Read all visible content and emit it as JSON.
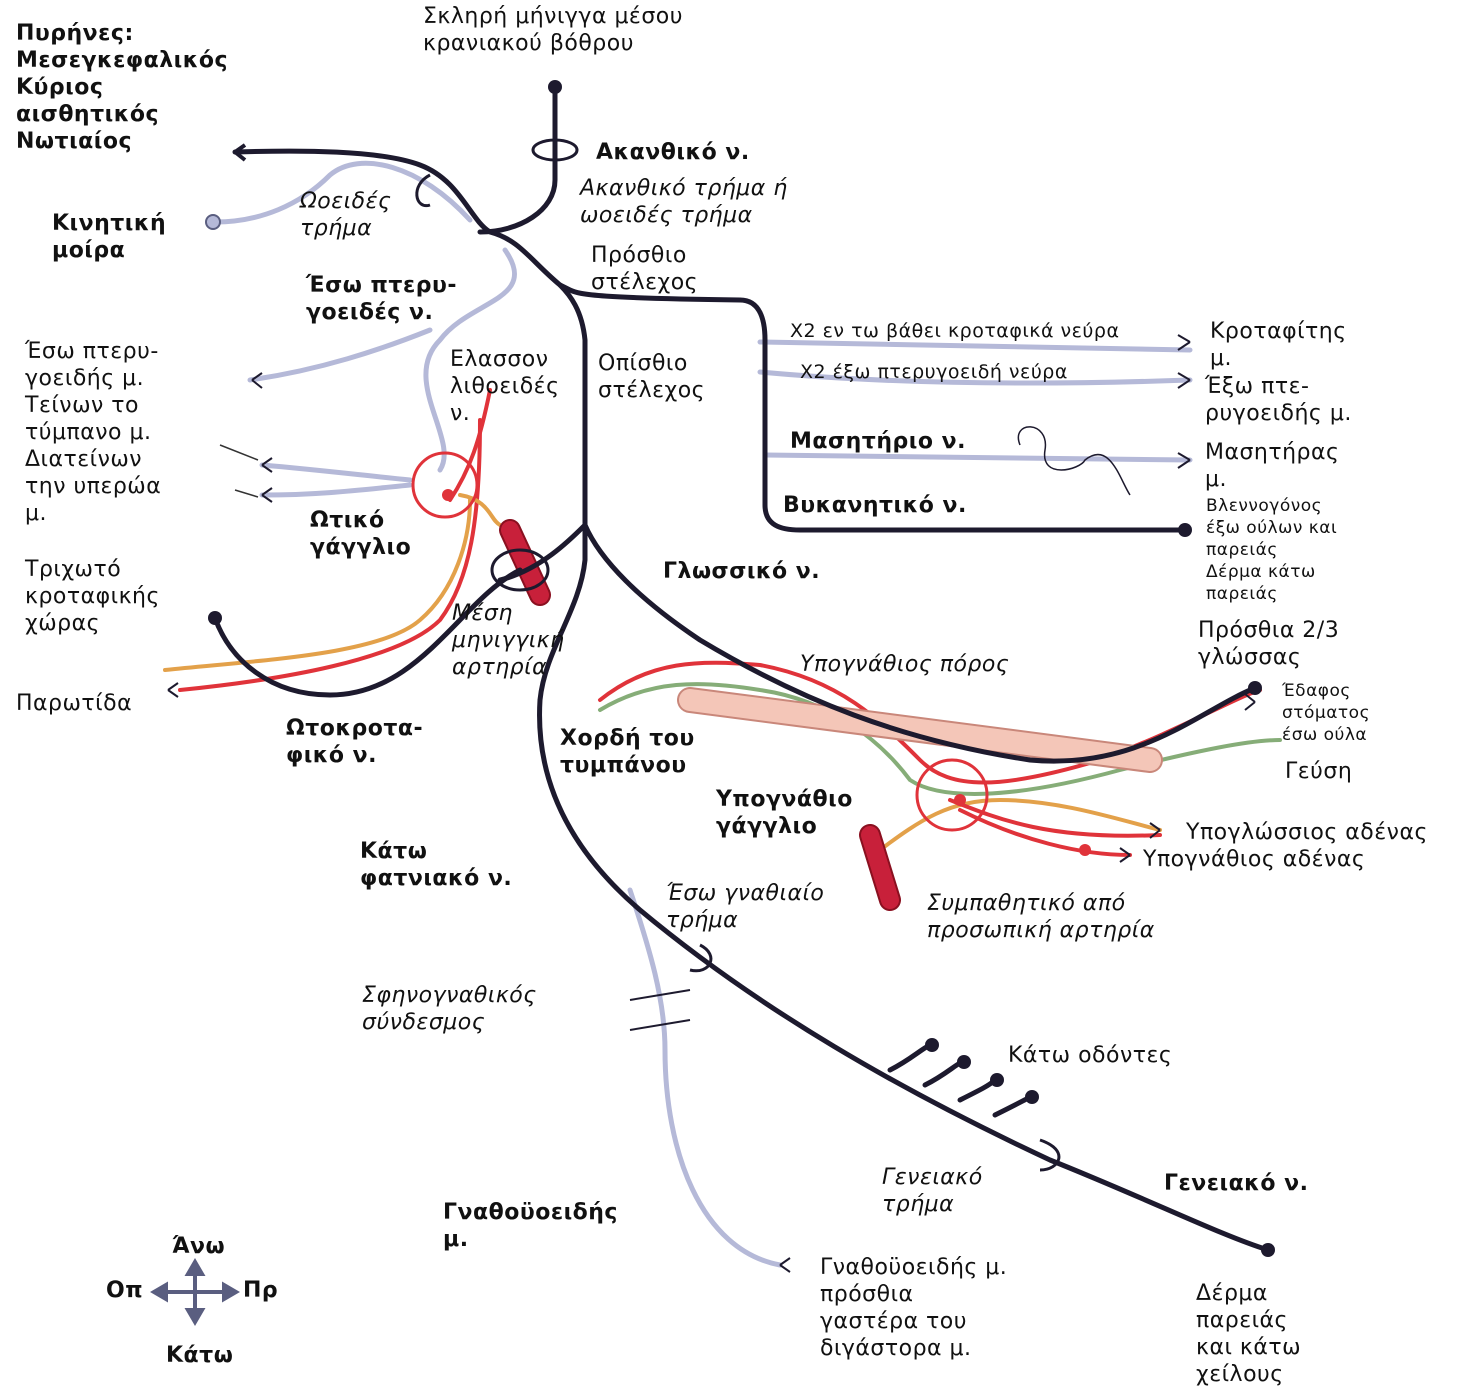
{
  "labels": {
    "nuclei": "Πυρήνες:\nΜεσεγκεφαλικός\nΚύριος\nαισθητικός\nΝωτιαίος",
    "dura_middle_fossa": "Σκληρή μήνιγγα μέσου\nκρανιακού βόθρου",
    "nervus_spinosus": "Ακανθικό ν.",
    "foramen_spinosum_or_ovale": "Ακανθικό τρήμα ή\nωοειδές τρήμα",
    "foramen_ovale": "Ωοειδές\nτρήμα",
    "motor_root": "Κινητική\nμοίρα",
    "medial_pterygoid_nerve": "Έσω πτερυ-\nγοειδές ν.",
    "anterior_trunk": "Πρόσθιο\nστέλεχος",
    "posterior_trunk": "Οπίσθιο\nστέλεχος",
    "lesser_petrosal": "Ελασσον\nλιθοειδές\nν.",
    "medial_pterygoid_tensors": "Έσω πτερυ-\nγοειδής μ.\nΤείνων το\nτύμπανο μ.\nΔιατείνων\nτην υπερώα\nμ.",
    "otic_ganglion": "Ωτικό\nγάγγλιο",
    "scalp_temporal": "Τριχωτό\nκροταφικής\nχώρας",
    "middle_meningeal_artery": "Μέση\nμηνιγγική\nαρτηρία",
    "parotid": "Παρωτίδα",
    "auriculotemporal": "Ωτοκροτα-\nφικό ν.",
    "deep_temporal": "X2 εν τω βάθει κροταφικά νεύρα",
    "temporalis": "Κροταφίτης\nμ.",
    "lateral_pterygoid_nerves": "X2 έξω πτερυγοειδή νεύρα",
    "lateral_pterygoid_muscle": "Έξω πτε-\nρυγοειδής μ.",
    "masseteric_nerve": "Μασητήριο ν.",
    "masseter": "Μασητήρας\nμ.",
    "buccal_nerve": "Βυκανητικό ν.",
    "buccal_mucosa": "Βλεννογόνος\nέξω ούλων και\nπαρειάς\nΔέρμα κάτω\nπαρειάς",
    "lingual_nerve": "Γλωσσικό ν.",
    "anterior_tongue": "Πρόσθια 2/3\nγλώσσας",
    "submandibular_duct": "Υπογνάθιος πόρος",
    "floor_of_mouth": "Έδαφος\nστόματος\nέσω ούλα",
    "chorda_tympani": "Χορδή του\nτυμπάνου",
    "taste": "Γεύση",
    "submandibular_ganglion": "Υπογνάθιο\nγάγγλιο",
    "sublingual_gland": "Υπογλώσσιος αδένας",
    "submandibular_gland": "Υπογνάθιος αδένας",
    "inferior_alveolar": "Κάτω\nφατνιακό ν.",
    "mandibular_foramen": "Έσω γναθιαίο\nτρήμα",
    "sympathetic": "Συμπαθητικό από\nπροσωπική αρτηρία",
    "sphenomandibular_ligament": "Σφηνογναθικός\nσύνδεσμος",
    "lower_teeth": "Κάτω οδόντες",
    "mental_foramen": "Γενειακό\nτρήμα",
    "mental_nerve": "Γενειακό ν.",
    "mylohyoid": "Γναθοϋοειδής\nμ.",
    "mylohyoid_digastric": "Γναθοϋοειδής μ.\nπρόσθια\nγαστέρα του\nδιγάστορα μ.",
    "skin_chin_lip": "Δέρμα\nπαρειάς\nκαι κάτω\nχείλους"
  },
  "compass": {
    "up": "Άνω",
    "down": "Κάτω",
    "left": "Οπ",
    "right": "Πρ"
  },
  "colors": {
    "sensory_nerve": "#1d1a2e",
    "motor_nerve": "#b5b9d8",
    "parasympathetic": "#e0333a",
    "sympathetic_orange": "#e3a14a",
    "taste_green": "#86ad78",
    "artery": "#c8203a",
    "duct": "#f4c6b8"
  }
}
